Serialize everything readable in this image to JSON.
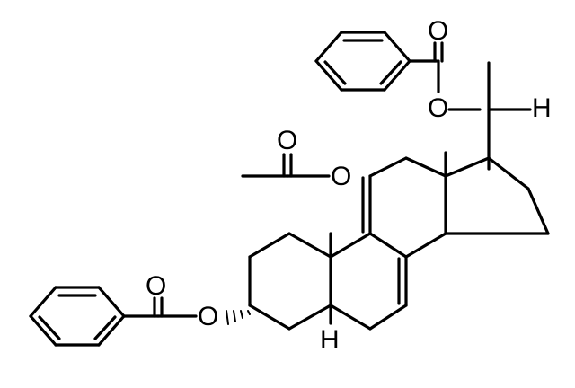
{
  "structure": {
    "atom_labels": {
      "carbonyl_o_benzoate_top": "O",
      "ester_o_benzoate_top": "O",
      "h_side_chain": "H",
      "carbonyl_o_acetate": "O",
      "ester_o_acetate": "O",
      "carbonyl_o_benzoate_left": "O",
      "ester_o_benzoate_left": "O",
      "h_c5": "H"
    }
  }
}
